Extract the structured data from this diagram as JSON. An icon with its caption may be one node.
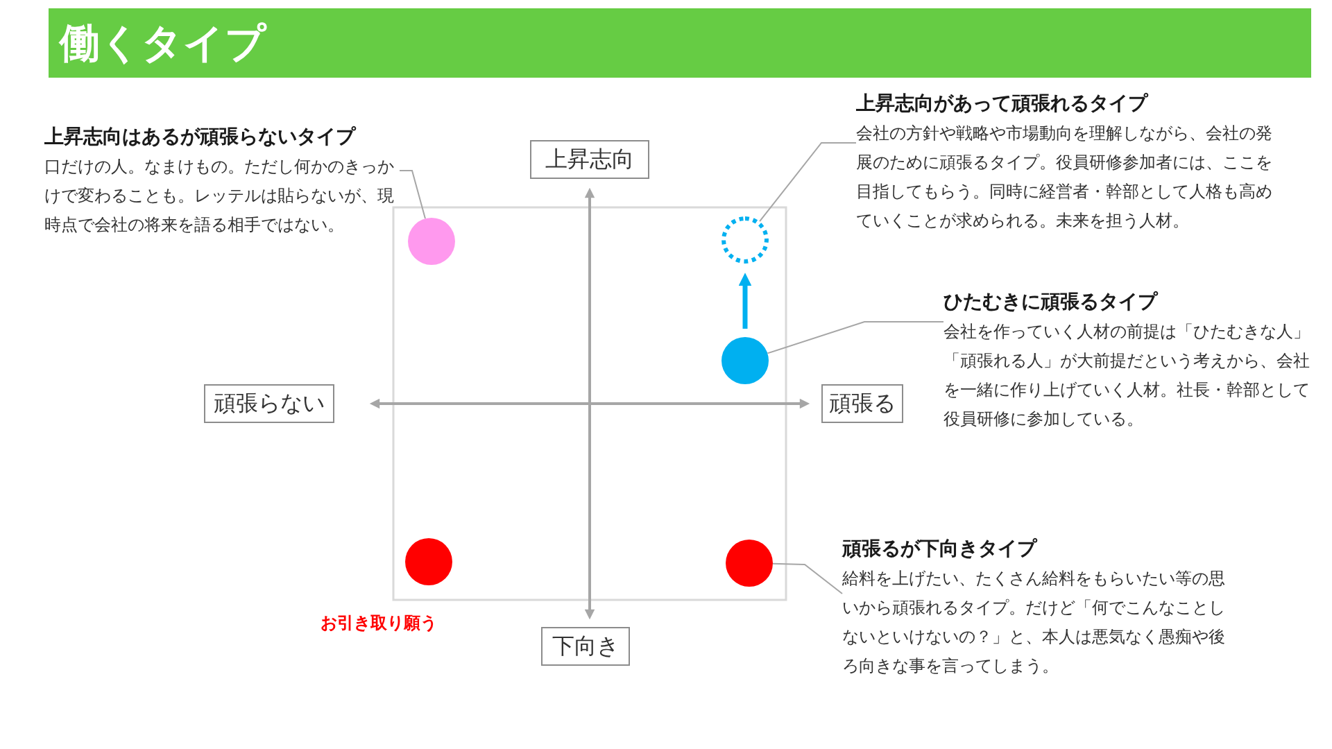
{
  "diagram": {
    "title": "働くタイプ",
    "nodes": [
      {
        "text": [
          "上昇志向はあるが頑張らないタイプ",
          "口だけの人。なまけもの。ただし何かのきっかけで変わることも。レッテルは貼らないが、現時点で会社の将来を語る相手ではない。"
        ]
      },
      {
        "text": [
          "上昇志向があって頑張れるタイプ",
          "会社の方針や戦略や市場動向を理解しながら、会社の発展のために頑張るタイプ。役員研修参加者には、ここを目指してもらう。同時に経営者・幹部として人格も高めていくことが求められる。未来を担う人材。"
        ]
      },
      {
        "text": [
          "上昇志向"
        ]
      },
      {
        "text": [],
        "shape": "circle"
      },
      {
        "text": [],
        "shape": "circle"
      },
      {
        "text": [
          "ひたむきに頑張るタイプ",
          "会社を作っていく人材の前提は「ひたむきな人」「頑張れる人」が大前提だという考えから、会社を一緒に作り上げていく人材。社長・幹部として役員研修に参加している。"
        ]
      },
      {
        "text": [],
        "shape": "circle"
      },
      {
        "text": [
          "頑張らない"
        ]
      },
      {
        "text": [
          "頑張る"
        ]
      },
      {
        "text": [
          "頑張るが下向きタイプ",
          "給料を上げたい、たくさん給料をもらいたい等の思いから頑張れるタイプ。だけど「何でこんなことしないといけないの？」と、本人は悪気なく愚痴や後ろ向きな事を言ってしまう。"
        ]
      },
      {
        "text": [],
        "shape": "circle",
        "beside": [
          "お引き取り願う"
        ]
      },
      {
        "text": [],
        "shape": "circle"
      },
      {
        "text": [
          "下向き"
        ]
      }
    ],
    "edges": [
      {
        "from": 0,
        "to": 3,
        "arrow": "none"
      },
      {
        "from": 1,
        "to": 4,
        "arrow": "none"
      },
      {
        "from": 6,
        "to": 4,
        "arrow": "to",
        "style": "thick",
        "color": "#00b0f0"
      },
      {
        "from": 5,
        "to": 6,
        "arrow": "none"
      },
      {
        "from": 9,
        "to": 11,
        "arrow": "none"
      },
      {
        "from": 2,
        "to": 12,
        "arrow": "both"
      },
      {
        "from": 7,
        "to": 8,
        "arrow": "both"
      }
    ]
  }
}
